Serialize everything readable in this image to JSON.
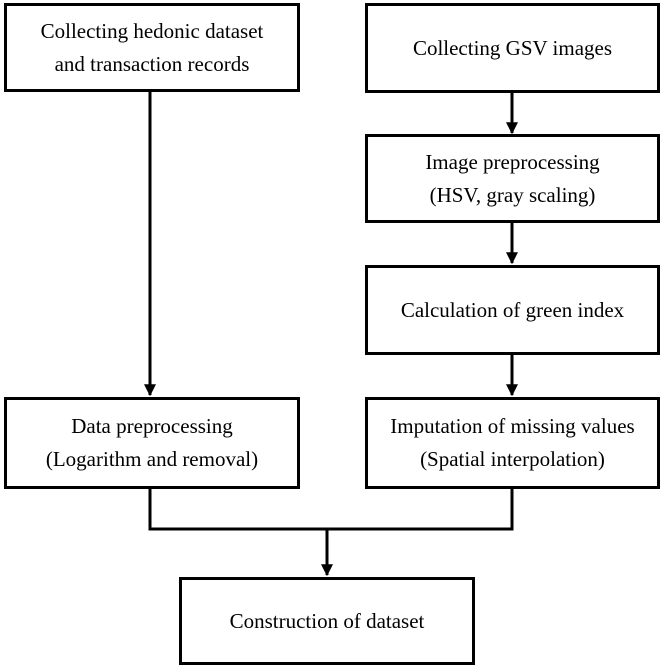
{
  "boxes": {
    "collect_hedonic": {
      "lines": [
        "Collecting hedonic dataset",
        "and transaction records"
      ]
    },
    "collect_gsv": {
      "lines": [
        "Collecting GSV images"
      ]
    },
    "image_preprocessing": {
      "lines": [
        "Image preprocessing",
        "(HSV, gray scaling)"
      ]
    },
    "green_index": {
      "lines": [
        "Calculation of green index"
      ]
    },
    "data_preprocessing": {
      "lines": [
        "Data preprocessing",
        "(Logarithm and removal)"
      ]
    },
    "imputation": {
      "lines": [
        "Imputation of missing values",
        "(Spatial interpolation)"
      ]
    },
    "construction": {
      "lines": [
        "Construction of dataset"
      ]
    }
  },
  "colors": {
    "stroke": "#000000",
    "background": "#ffffff"
  }
}
